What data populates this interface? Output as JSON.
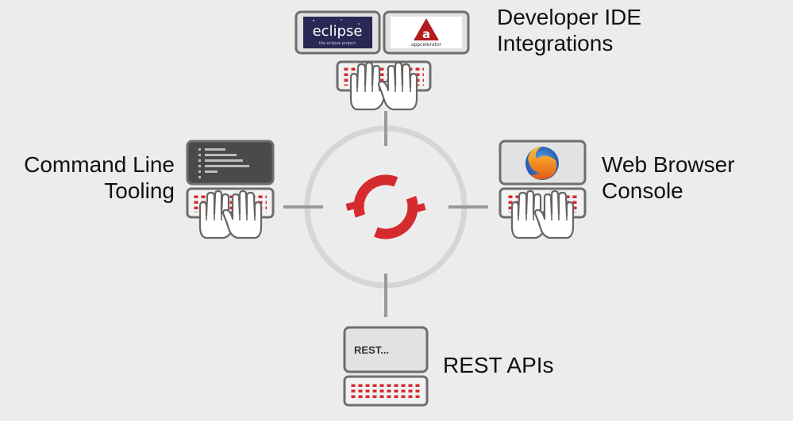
{
  "labels": {
    "ide": {
      "line1": "Developer IDE",
      "line2": "Integrations"
    },
    "cli": {
      "line1": "Command Line",
      "line2": "Tooling"
    },
    "web": {
      "line1": "Web Browser",
      "line2": "Console"
    },
    "rest": {
      "line1": "REST APIs"
    }
  },
  "logos": {
    "eclipse": {
      "wordmark": "eclipse",
      "tagline": "the eclipse project"
    },
    "appcelerator": {
      "mark": "a",
      "wordmark": "appcelerator"
    }
  },
  "rest_screen_text": "REST...",
  "colors": {
    "background": "#ececec",
    "accent_red": "#d52b2e",
    "device_gray": "#6e6e6e",
    "device_fill": "#e2e2e2",
    "keyboard_fill": "#f2f2f2",
    "terminal_fill": "#4a4a4a",
    "ring_gray": "#d6d6d6",
    "connector_gray": "#9a9a9a",
    "eclipse_bg": "#2a2754"
  },
  "icons": {
    "center": "openshift-logo-icon",
    "browser": "firefox-icon",
    "hands": "typing-hands-icon"
  }
}
